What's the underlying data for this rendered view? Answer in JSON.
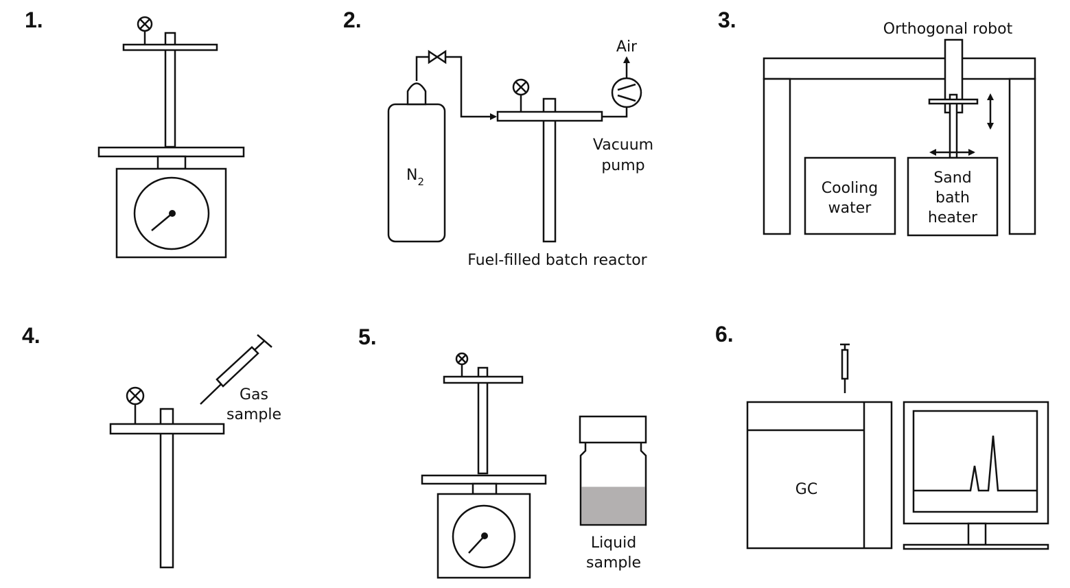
{
  "colors": {
    "ink": "#111111",
    "liquid": "#b3b0b0",
    "background": "#ffffff"
  },
  "panels": [
    {
      "number": "1."
    },
    {
      "number": "2.",
      "gas_cylinder": "N",
      "gas_subscript": "2",
      "air_label": "Air",
      "pump_label_line1": "Vacuum",
      "pump_label_line2": "pump",
      "reactor_label": "Fuel-filled batch reactor"
    },
    {
      "number": "3.",
      "robot_label": "Orthogonal robot",
      "cooling_line1": "Cooling",
      "cooling_line2": "water",
      "heater_line1": "Sand",
      "heater_line2": "bath",
      "heater_line3": "heater"
    },
    {
      "number": "4.",
      "gas_sample_line1": "Gas",
      "gas_sample_line2": "sample"
    },
    {
      "number": "5.",
      "liquid_line1": "Liquid",
      "liquid_line2": "sample",
      "liquid_fill_fraction": 0.55
    },
    {
      "number": "6.",
      "gc_label": "GC"
    }
  ],
  "icons": [
    "valve-gauge-icon",
    "needle-valve-icon",
    "vacuum-pump-icon",
    "syringe-icon",
    "scale-icon",
    "vial-icon",
    "monitor-icon"
  ]
}
